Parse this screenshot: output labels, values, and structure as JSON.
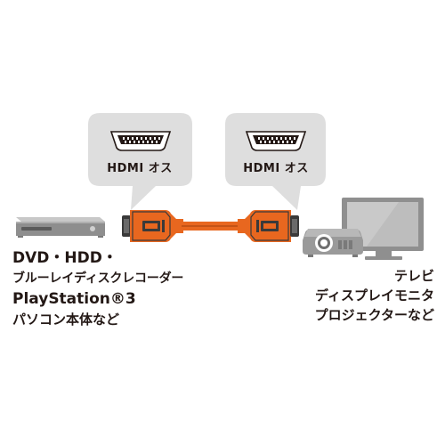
{
  "left_bubble": {
    "label": "HDMI オス",
    "icon": "hdmi-plug-icon"
  },
  "right_bubble": {
    "label": "HDMI オス",
    "icon": "hdmi-plug-icon"
  },
  "source_devices": {
    "icon": "dvd-player-icon",
    "lines": [
      "DVD・HDD・",
      "ブルーレイディスクレコーダー",
      "PlayStation®3",
      "パソコン本体など"
    ]
  },
  "display_devices": {
    "icons": [
      "projector-icon",
      "tv-icon"
    ],
    "lines": [
      "テレビ",
      "ディスプレイモニタ",
      "プロジェクターなど"
    ]
  },
  "colors": {
    "bubble_fill": "#dedede",
    "connector_orange": "#e8671f",
    "connector_dark": "#3a3a3a",
    "device_gray": "#9a9a9a",
    "text": "#231815"
  }
}
